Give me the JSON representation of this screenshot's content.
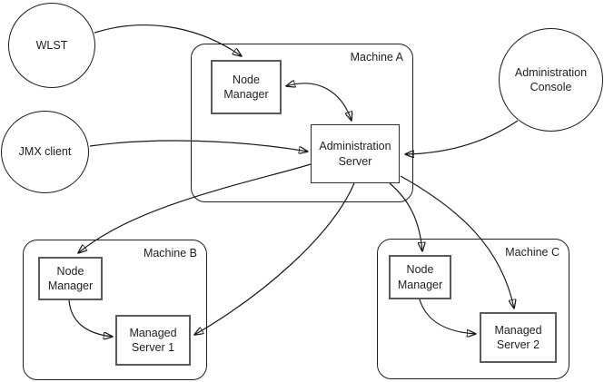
{
  "nodes": {
    "wlst": "WLST",
    "jmx_client": "JMX client",
    "admin_console": "Administration Console",
    "machine_a": "Machine A",
    "machine_b": "Machine B",
    "machine_c": "Machine C",
    "node_manager_a": "Node Manager",
    "node_manager_b": "Node Manager",
    "node_manager_c": "Node Manager",
    "admin_server": "Administration Server",
    "managed_server_1": "Managed Server 1",
    "managed_server_2": "Managed Server 2"
  },
  "connections": [
    {
      "from": "WLST",
      "to": "Node Manager (Machine A)",
      "direction": "one-way"
    },
    {
      "from": "Node Manager (Machine A)",
      "to": "Administration Server",
      "direction": "two-way"
    },
    {
      "from": "JMX client",
      "to": "Administration Server",
      "direction": "one-way"
    },
    {
      "from": "Administration Console",
      "to": "Administration Server",
      "direction": "one-way"
    },
    {
      "from": "Administration Server",
      "to": "Node Manager (Machine B)",
      "direction": "one-way"
    },
    {
      "from": "Administration Server",
      "to": "Managed Server 1",
      "direction": "one-way"
    },
    {
      "from": "Administration Server",
      "to": "Node Manager (Machine C)",
      "direction": "one-way"
    },
    {
      "from": "Administration Server",
      "to": "Managed Server 2",
      "direction": "one-way"
    },
    {
      "from": "Node Manager (Machine B)",
      "to": "Managed Server 1",
      "direction": "one-way"
    },
    {
      "from": "Node Manager (Machine C)",
      "to": "Managed Server 2",
      "direction": "one-way"
    }
  ],
  "colors": {
    "line": "#1a1a1a",
    "box_border": "#5a5a5a",
    "background": "#ffffff",
    "text": "#1f1f1f"
  }
}
